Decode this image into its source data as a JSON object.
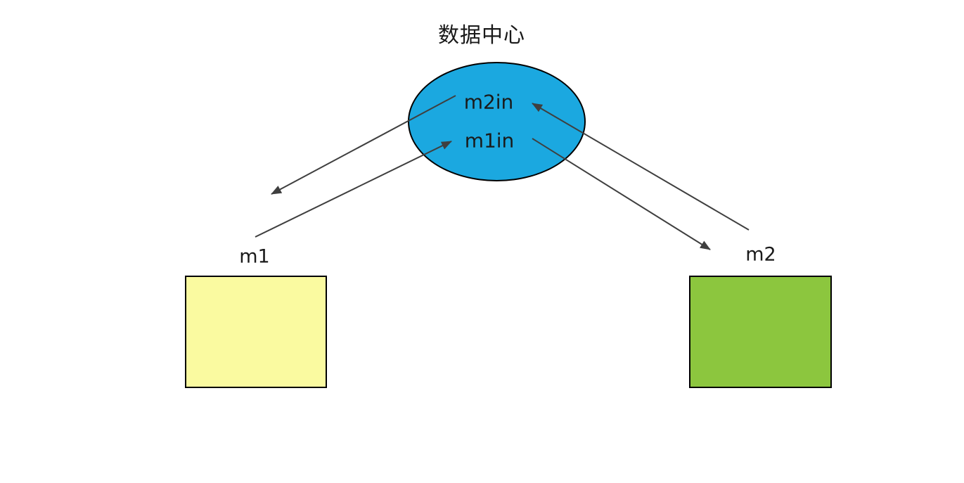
{
  "diagram": {
    "title": "数据中心",
    "center_node": {
      "shape": "ellipse",
      "fill": "#1BA8E0",
      "labels": [
        "m2in",
        "m1in"
      ]
    },
    "nodes": [
      {
        "id": "m1",
        "label": "m1",
        "shape": "rectangle",
        "fill": "#FAFAA0"
      },
      {
        "id": "m2",
        "label": "m2",
        "shape": "rectangle",
        "fill": "#8CC63E"
      }
    ],
    "edges": [
      {
        "from": "m2in",
        "to": "m1",
        "arrow_at": "m1"
      },
      {
        "from": "m1",
        "to": "m1in",
        "arrow_at": "m1in"
      },
      {
        "from": "m2",
        "to": "m2in",
        "arrow_at": "m2in"
      },
      {
        "from": "m1in",
        "to": "m2",
        "arrow_at": "m2"
      }
    ],
    "colors": {
      "background": "#FFFFFF",
      "ellipse_fill": "#1BA8E0",
      "m1_fill": "#FAFAA0",
      "m2_fill": "#8CC63E",
      "shape_stroke": "#000000",
      "arrow_stroke": "#3F3F3F",
      "text": "#1A1A1A"
    }
  }
}
